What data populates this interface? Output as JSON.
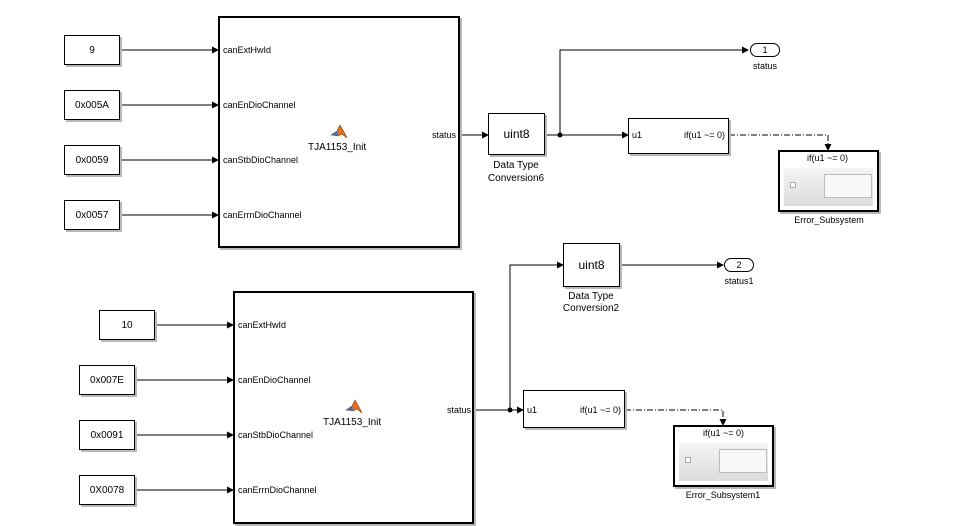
{
  "system1": {
    "constants": [
      "9",
      "0x005A",
      "0x0059",
      "0x0057"
    ],
    "block_name": "TJA1153_Init",
    "inputs": [
      "canExtHwId",
      "canEnDioChannel",
      "canStbDioChannel",
      "canErrnDioChannel"
    ],
    "output": "status",
    "conversion": {
      "text": "uint8",
      "name_line1": "Data Type",
      "name_line2": "Conversion6"
    },
    "outport": {
      "number": "1",
      "name": "status"
    },
    "if_block": {
      "input": "u1",
      "condition": "if(u1 ~= 0)"
    },
    "subsystem": {
      "title": "if(u1 ~= 0)",
      "name": "Error_Subsystem"
    }
  },
  "system2": {
    "constants": [
      "10",
      "0x007E",
      "0x0091",
      "0X0078"
    ],
    "block_name": "TJA1153_Init",
    "inputs": [
      "canExtHwId",
      "canEnDioChannel",
      "canStbDioChannel",
      "canErrnDioChannel"
    ],
    "output": "status",
    "conversion": {
      "text": "uint8",
      "name_line1": "Data Type",
      "name_line2": "Conversion2"
    },
    "outport": {
      "number": "2",
      "name": "status1"
    },
    "if_block": {
      "input": "u1",
      "condition": "if(u1 ~= 0)"
    },
    "subsystem": {
      "title": "if(u1 ~= 0)",
      "name": "Error_Subsystem1"
    }
  },
  "colors": {
    "line": "#000000",
    "shadow": "#b8b8b8",
    "matlab_icon": "#e0701f"
  }
}
